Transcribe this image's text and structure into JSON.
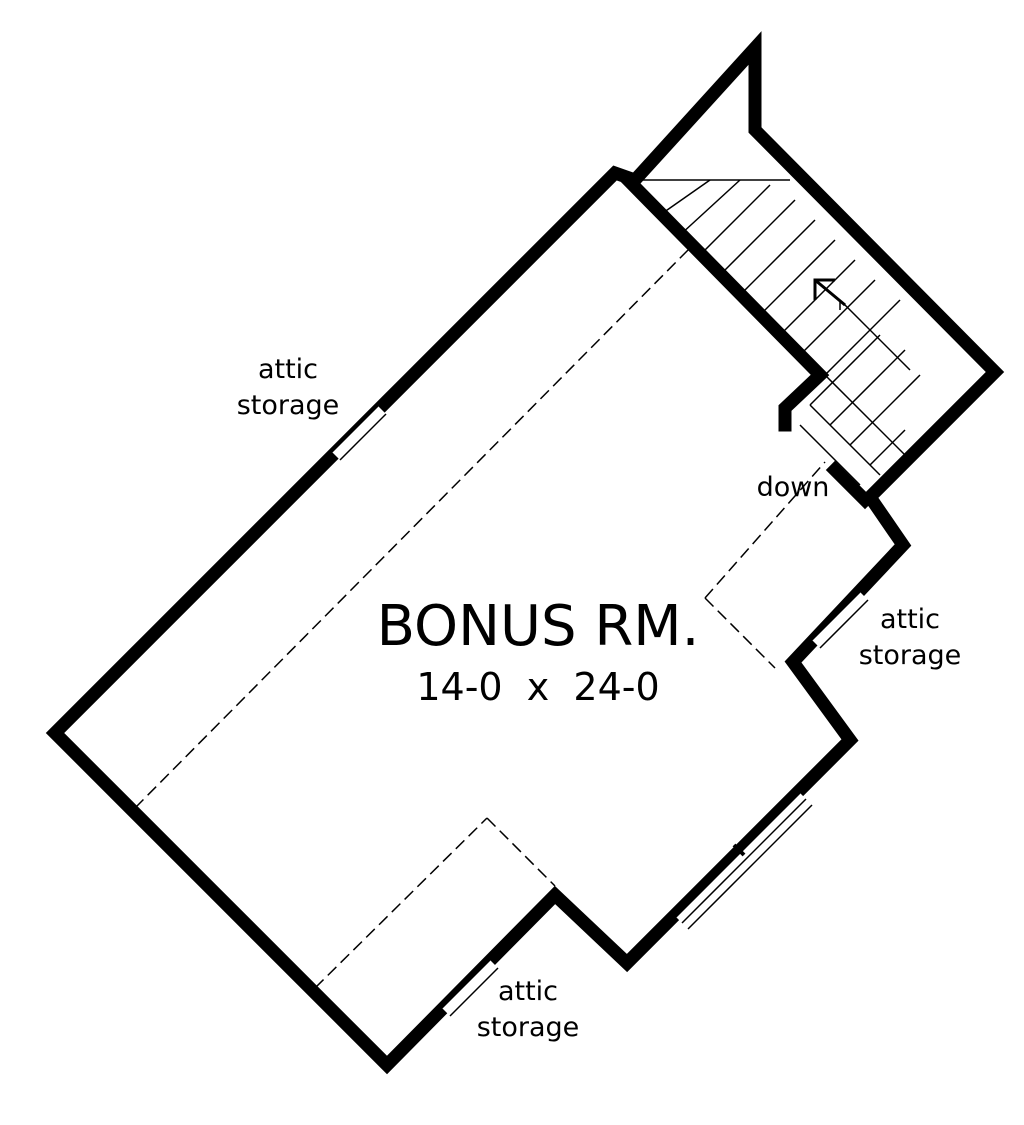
{
  "room": {
    "name": "BONUS RM.",
    "dimensions": "14-0  x  24-0"
  },
  "labels": {
    "attic_storage_upper_left": {
      "line1": "attic",
      "line2": "storage"
    },
    "attic_storage_right": {
      "line1": "attic",
      "line2": "storage"
    },
    "attic_storage_bottom": {
      "line1": "attic",
      "line2": "storage"
    },
    "stair_direction": "down"
  }
}
